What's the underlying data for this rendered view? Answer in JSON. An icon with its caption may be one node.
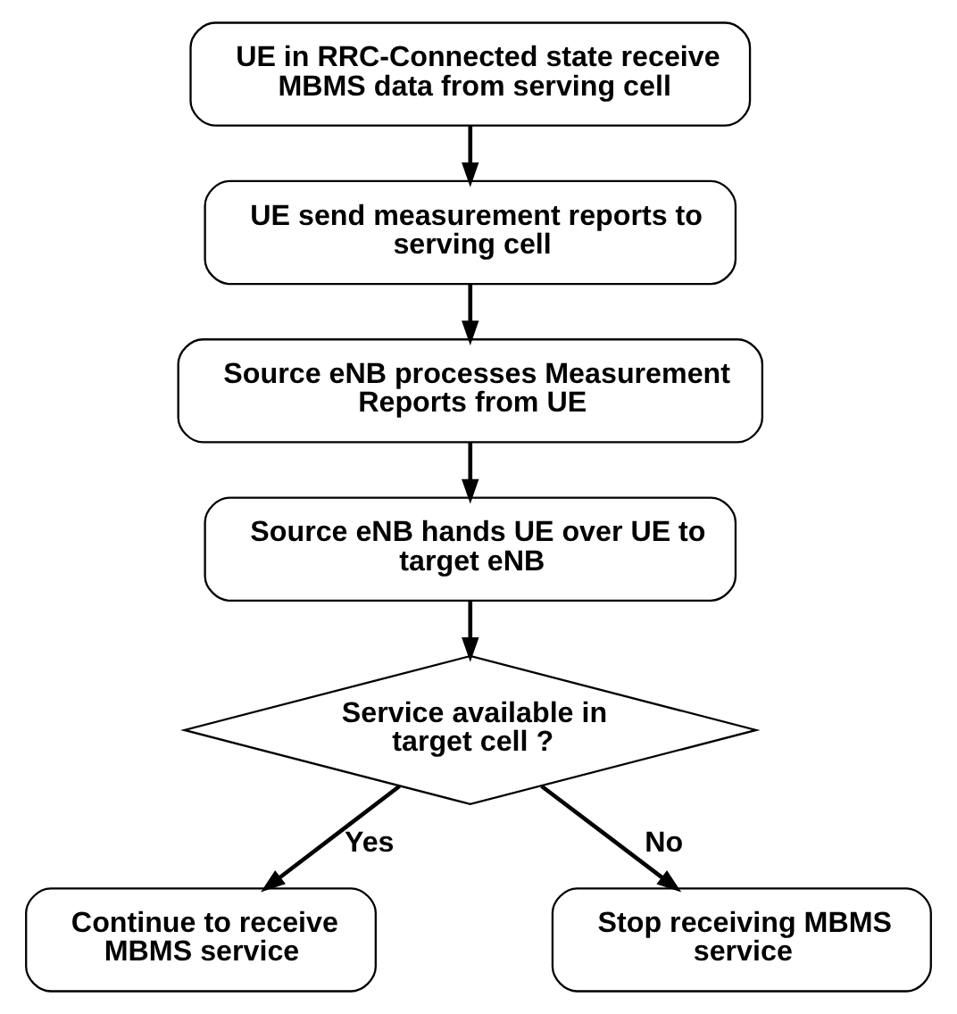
{
  "diagram": {
    "nodes": [
      {
        "text": [
          "UE in RRC-Connected state receive MBMS data from serving cell"
        ]
      },
      {
        "text": [
          "UE send measurement reports to serving cell"
        ]
      },
      {
        "text": [
          "Source eNB processes Measurement Reports from UE"
        ]
      },
      {
        "text": [
          "Source eNB hands UE over UE to target eNB"
        ]
      },
      {
        "text": [
          "Service available in target cell ?"
        ]
      },
      {
        "text": [
          "Continue to receive MBMS service"
        ]
      },
      {
        "text": [
          "Stop receiving MBMS service"
        ]
      }
    ],
    "edges": [
      {
        "from": 0,
        "to": 1,
        "arrow": "to"
      },
      {
        "from": 1,
        "to": 2,
        "arrow": "to"
      },
      {
        "from": 2,
        "to": 3,
        "arrow": "to"
      },
      {
        "from": 3,
        "to": 4,
        "arrow": "to"
      },
      {
        "from": 4,
        "to": 5,
        "arrow": "to",
        "label": "Yes"
      },
      {
        "from": 4,
        "to": 6,
        "arrow": "to",
        "label": "No"
      }
    ]
  }
}
